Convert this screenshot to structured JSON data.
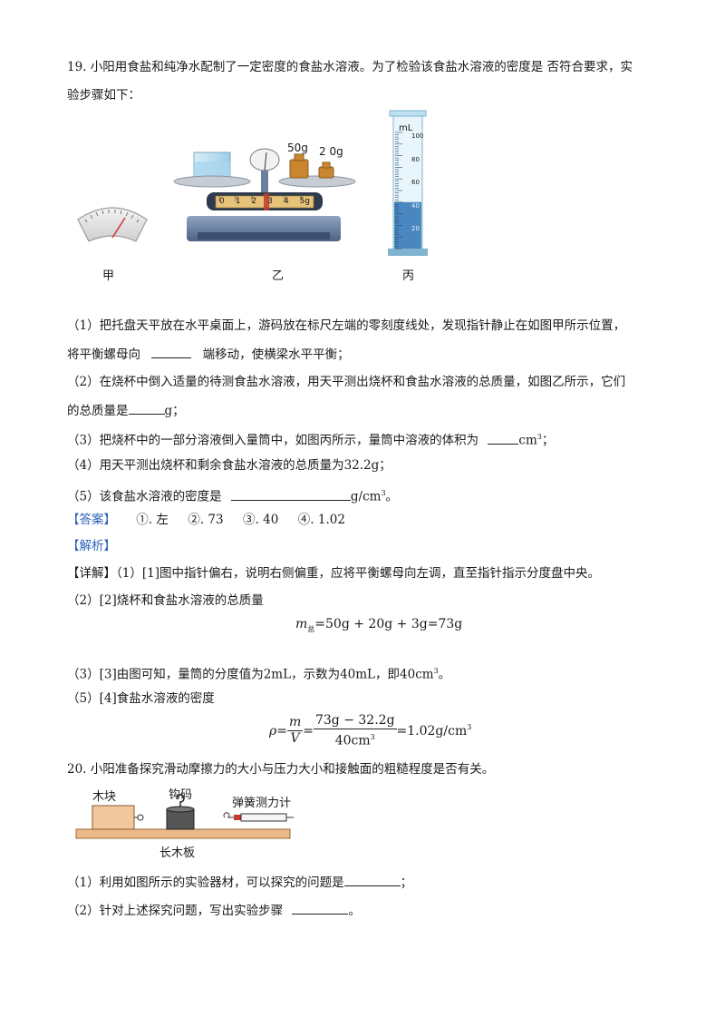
{
  "q19": {
    "line1": "19. 小阳用食盐和纯净水配制了一定密度的食盐水溶液。为了检验该食盐水溶液的密度是  否符合要求，实",
    "line2": "验步骤如下：",
    "fig_labels": {
      "jia": "甲",
      "yi": "乙",
      "bing": "丙"
    },
    "weights": {
      "w50": "50g",
      "w20": "2 0g"
    },
    "rider_scale": [
      "0",
      "1",
      "2",
      "3",
      "4",
      "5g"
    ],
    "cylinder": {
      "unit": "mL",
      "ticks": [
        "100",
        "80",
        "60",
        "40",
        "20"
      ],
      "fill_fraction": 0.4
    },
    "s1a": "（1）把托盘天平放在水平桌面上，游码放在标尺左端的零刻度线处，发现指针静止在如图甲所示位置，",
    "s1b_pre": "将平衡螺母向",
    "s1b_post": "端移动，使横梁水平平衡；",
    "s2a": "（2）在烧杯中倒入适量的待测食盐水溶液，用天平测出烧杯和食盐水溶液的总质量，如图乙所示，它们",
    "s2b_pre": "的总质量是",
    "s2b_post": "g；",
    "s3_pre": "（3）把烧杯中的一部分溶液倒入量筒中，如图丙所示，量筒中溶液的体积为",
    "s3_unit": "cm",
    "s3_post": "；",
    "s4": "（4）用天平测出烧杯和剩余食盐水溶液的总质量为32.2g；",
    "s5_pre": "（5）该食盐水溶液的密度是",
    "s5_unit": "g/cm",
    "s5_post": "。",
    "answer_tag": "【答案】",
    "answers": "①. 左     ②. 73     ③. 40     ④. 1.02",
    "analysis_tag": "【解析】",
    "d1": "【详解】（1）[1]图中指针偏右，说明右侧偏重，应将平衡螺母向左调，直至指针指示分度盘中央。",
    "d2": "（2）[2]烧杯和食盐水溶液的总质量",
    "eq1_lhs": "m",
    "eq1_sub": "总",
    "eq1_rhs": "=50g + 20g + 3g=73g",
    "d3_pre": "（3）[3]由图可知，量筒的分度值为2mL，示数为40mL，即40cm",
    "d3_post": "。",
    "d5": "（5）[4]食盐水溶液的密度",
    "eq2": {
      "rho": "ρ",
      "eq": "=",
      "m": "m",
      "V": "V",
      "num": "73g − 32.2g",
      "den": "40cm",
      "result": "=1.02g/cm"
    }
  },
  "q20": {
    "line1": "20. 小阳准备探究滑动摩擦力的大小与压力大小和接触面的粗糙程度是否有关。",
    "fig": {
      "block": "木块",
      "hook_weight": "钩码",
      "spring": "弹簧测力计",
      "board": "长木板"
    },
    "s1_pre": "（1）利用如图所示的实验器材，可以探究的问题是",
    "s1_post": "；",
    "s2_pre": "（2）针对上述探究问题，写出实验步骤",
    "s2_post": "。"
  }
}
